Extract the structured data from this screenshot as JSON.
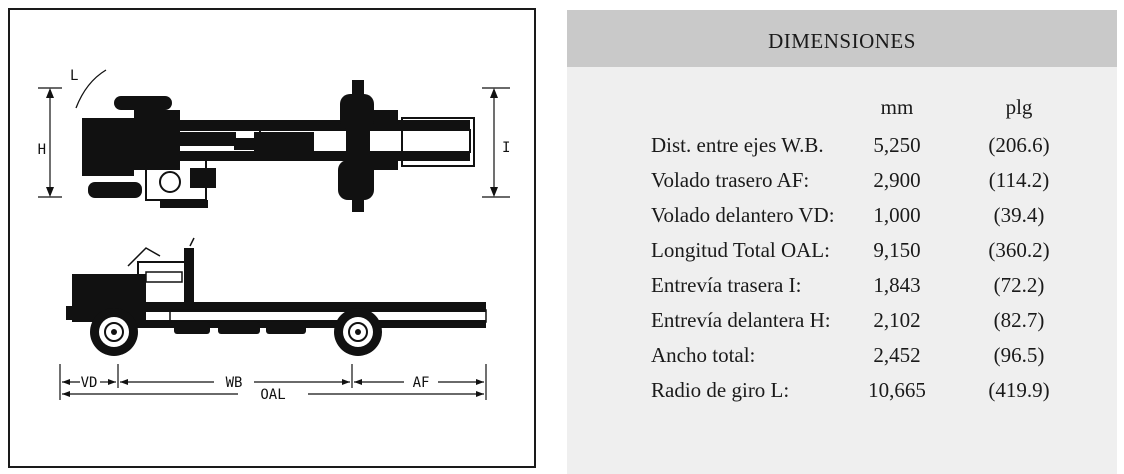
{
  "diagram": {
    "labels": {
      "L": "L",
      "H": "H",
      "I": "I",
      "VD": "VD",
      "WB": "WB",
      "OAL": "OAL",
      "AF": "AF"
    }
  },
  "table": {
    "title": "DIMENSIONES",
    "units": {
      "mm": "mm",
      "plg": "plg"
    },
    "rows": [
      {
        "label": "Dist. entre ejes W.B.",
        "mm": "5,250",
        "plg": "(206.6)"
      },
      {
        "label": "Volado trasero AF:",
        "mm": "2,900",
        "plg": "(114.2)"
      },
      {
        "label": "Volado delantero VD:",
        "mm": "1,000",
        "plg": "(39.4)"
      },
      {
        "label": "Longitud Total OAL:",
        "mm": "9,150",
        "plg": "(360.2)"
      },
      {
        "label": "Entrevía trasera I:",
        "mm": "1,843",
        "plg": "(72.2)"
      },
      {
        "label": "Entrevía delantera H:",
        "mm": "2,102",
        "plg": "(82.7)"
      },
      {
        "label": "Ancho total:",
        "mm": "2,452",
        "plg": "(96.5)"
      },
      {
        "label": "Radio de giro L:",
        "mm": "10,665",
        "plg": "(419.9)"
      }
    ]
  }
}
